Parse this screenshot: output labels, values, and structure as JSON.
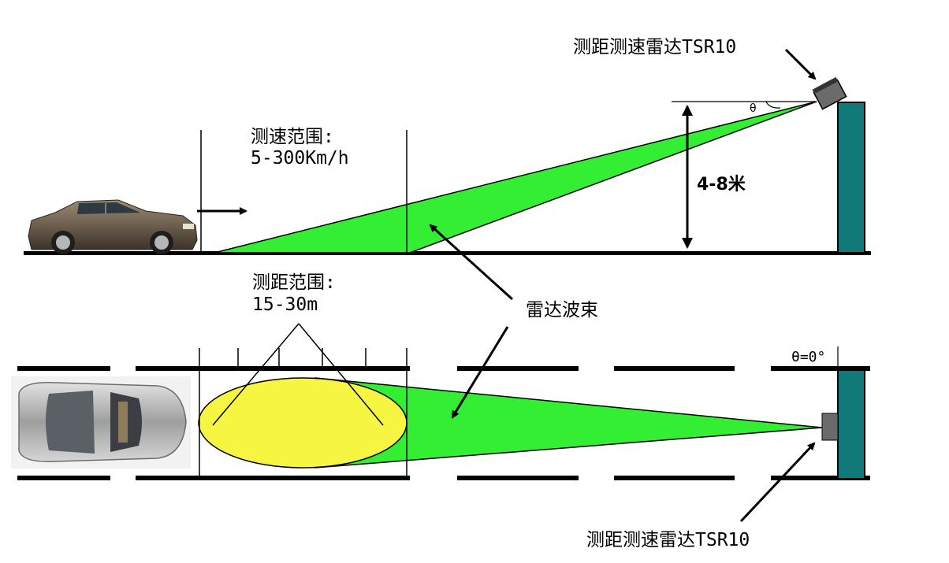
{
  "top_view": {
    "speed_range_title": "测速范围:",
    "speed_range_value": "5-300Km/h",
    "height_label": "4-8米",
    "angle_symbol": "θ",
    "radar_label": "测距测速雷达TSR10"
  },
  "bottom_view": {
    "distance_range_title": "测距范围:",
    "distance_range_value": "15-30m",
    "angle_label": "θ=0°",
    "radar_label": "测距测速雷达TSR10"
  },
  "beam_label": "雷达波束",
  "colors": {
    "beam": "#33ee33",
    "detection_zone": "#f5f542",
    "pole": "#117a78",
    "line": "#000000"
  }
}
